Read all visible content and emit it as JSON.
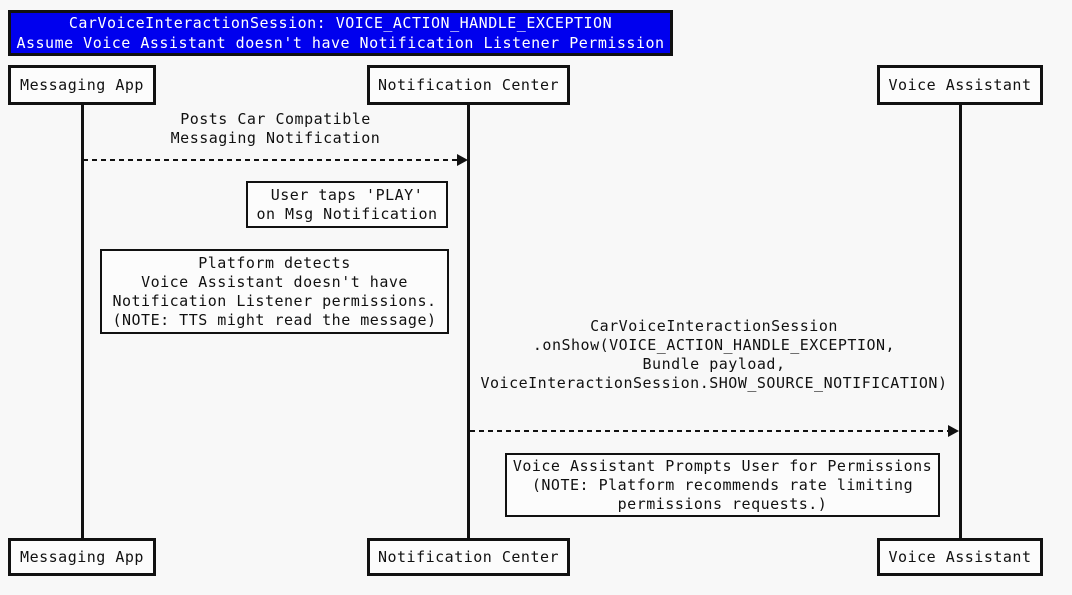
{
  "diagram_type": "uml-sequence-diagram",
  "title": {
    "lines": [
      "CarVoiceInteractionSession: VOICE_ACTION_HANDLE_EXCEPTION",
      "Assume Voice Assistant doesn't have Notification Listener Permission"
    ]
  },
  "actors": [
    {
      "label": "Messaging App"
    },
    {
      "label": "Notification Center"
    },
    {
      "label": "Voice Assistant"
    }
  ],
  "messages": [
    {
      "from": "Messaging App",
      "to": "Notification Center",
      "arrow_style": "dashed",
      "lines": [
        "Posts Car Compatible",
        "Messaging Notification"
      ]
    },
    {
      "from": "Notification Center",
      "to": "Voice Assistant",
      "arrow_style": "dashed",
      "lines": [
        "CarVoiceInteractionSession",
        ".onShow(VOICE_ACTION_HANDLE_EXCEPTION,",
        "Bundle payload,",
        "VoiceInteractionSession.SHOW_SOURCE_NOTIFICATION)"
      ]
    }
  ],
  "notes": [
    {
      "attached_to": "Notification Center",
      "lines": [
        "User taps 'PLAY'",
        "on Msg Notification"
      ]
    },
    {
      "attached_to": "Notification Center",
      "lines": [
        "Platform detects",
        "Voice Assistant doesn't have",
        "Notification Listener permissions.",
        "(NOTE: TTS might read the message)"
      ]
    },
    {
      "attached_to": "Voice Assistant",
      "lines": [
        "Voice Assistant Prompts User for Permissions",
        "(NOTE: Platform recommends rate limiting",
        "permissions requests.)"
      ]
    }
  ],
  "colors": {
    "background": "#F8F8F8",
    "line": "#111111",
    "text": "#111111",
    "title_bg": "#0000EE",
    "title_text": "#FFFFFF",
    "box_bg": "#FCFCFC"
  }
}
